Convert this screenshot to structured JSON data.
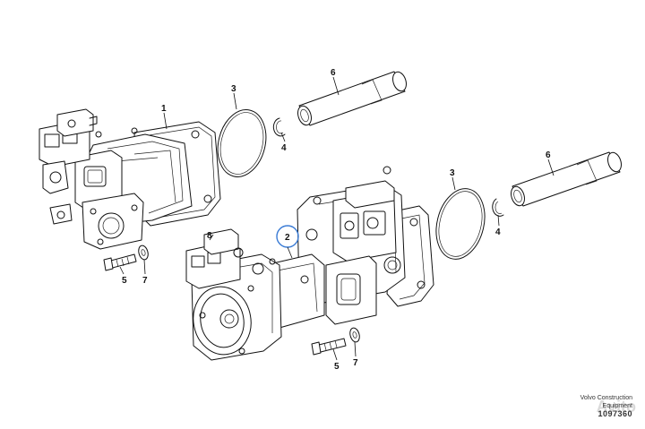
{
  "diagram": {
    "callouts": {
      "pump_top": "1",
      "pump_bottom": "2",
      "oring_top": "3",
      "oring_bottom": "3",
      "clip_top": "4",
      "clip_bottom": "4",
      "bolt_top": "5",
      "bolt_bottom": "5",
      "shaft_top": "6",
      "shaft_bottom": "6",
      "washer_top": "7",
      "washer_bottom": "7",
      "valve": "8"
    },
    "highlight_color": "#3a7bd5"
  },
  "footer": {
    "line1": "Volvo Construction",
    "line2": "Equipment",
    "line3": "1097360"
  },
  "watermark": "Avito"
}
